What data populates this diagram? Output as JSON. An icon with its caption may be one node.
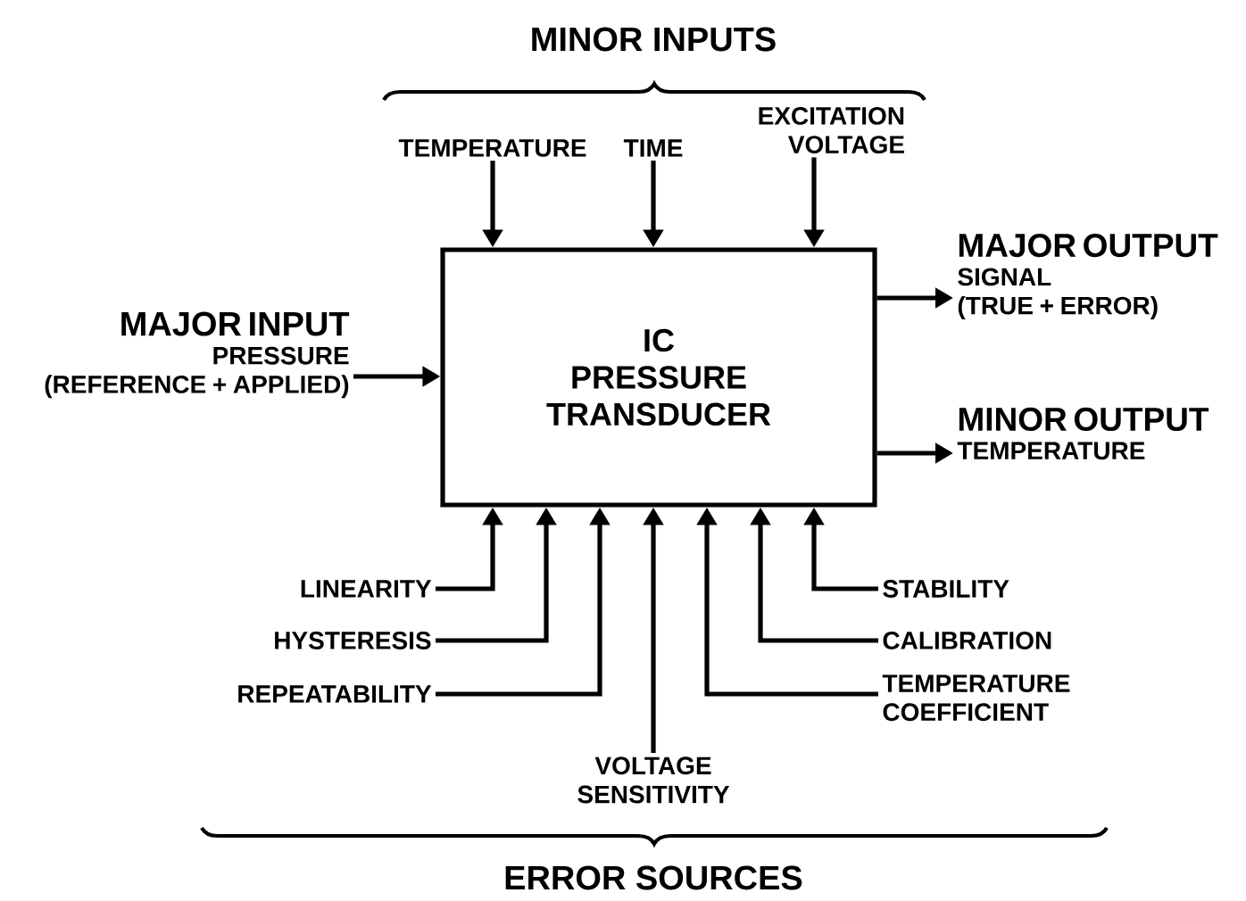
{
  "diagram": {
    "nodes": [
      {
        "text": [
          "IC PRESSURE TRANSDUCER"
        ]
      },
      {
        "text": [
          "TEMPERATURE"
        ]
      },
      {
        "text": [
          "TIME"
        ]
      },
      {
        "text": [
          "EXCITATION VOLTAGE"
        ]
      },
      {
        "text": [
          "MAJOR INPUT",
          "PRESSURE (REFERENCE + APPLIED)"
        ]
      },
      {
        "text": [
          "MAJOR OUTPUT",
          "SIGNAL (TRUE + ERROR)"
        ]
      },
      {
        "text": [
          "MINOR OUTPUT",
          "TEMPERATURE"
        ]
      },
      {
        "text": [
          "LINEARITY"
        ]
      },
      {
        "text": [
          "HYSTERESIS"
        ]
      },
      {
        "text": [
          "REPEATABILITY"
        ]
      },
      {
        "text": [
          "VOLTAGE SENSITIVITY"
        ]
      },
      {
        "text": [
          "TEMPERATURE COEFFICIENT"
        ]
      },
      {
        "text": [
          "CALIBRATION"
        ]
      },
      {
        "text": [
          "STABILITY"
        ]
      }
    ],
    "edges": [
      {
        "from": 1,
        "to": 0,
        "arrow": "to"
      },
      {
        "from": 2,
        "to": 0,
        "arrow": "to"
      },
      {
        "from": 3,
        "to": 0,
        "arrow": "to"
      },
      {
        "from": 4,
        "to": 0,
        "arrow": "to"
      },
      {
        "from": 0,
        "to": 5,
        "arrow": "to"
      },
      {
        "from": 0,
        "to": 6,
        "arrow": "to"
      },
      {
        "from": 7,
        "to": 0,
        "arrow": "to"
      },
      {
        "from": 8,
        "to": 0,
        "arrow": "to"
      },
      {
        "from": 9,
        "to": 0,
        "arrow": "to"
      },
      {
        "from": 10,
        "to": 0,
        "arrow": "to"
      },
      {
        "from": 11,
        "to": 0,
        "arrow": "to"
      },
      {
        "from": 12,
        "to": 0,
        "arrow": "to"
      },
      {
        "from": 13,
        "to": 0,
        "arrow": "to"
      }
    ],
    "labels": [
      "MINOR INPUTS",
      "ERROR SOURCES"
    ]
  }
}
